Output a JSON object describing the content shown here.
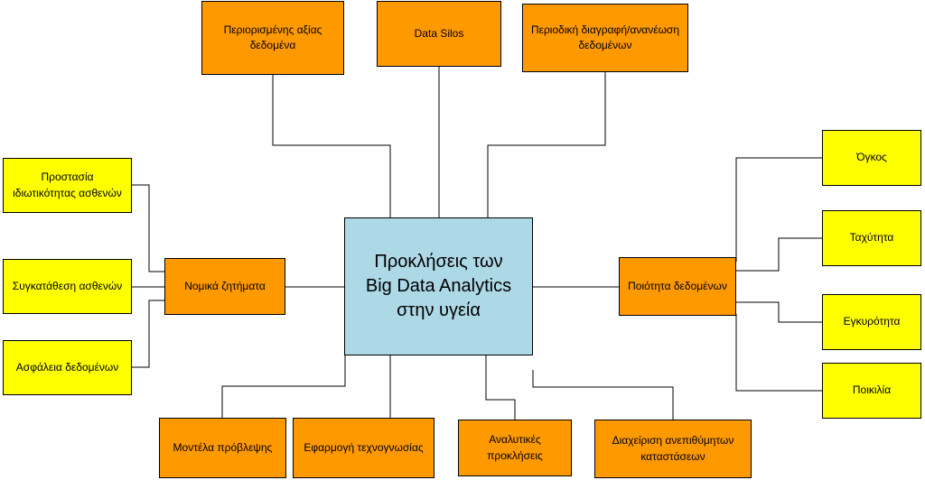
{
  "center": {
    "label": "Προκλήσεις των\nBig Data Analytics\nστην υγεία",
    "color": "#add8e6"
  },
  "top_nodes": [
    {
      "id": "limited-value",
      "label": "Περιορισμένης αξίας\nδεδομένα"
    },
    {
      "id": "data-silos",
      "label": "Data Silos"
    },
    {
      "id": "periodic-refresh",
      "label": "Περιοδική διαγραφή/ανανέωση\nδεδομένων"
    }
  ],
  "bottom_nodes": [
    {
      "id": "prediction-models",
      "label": "Μοντέλα πρόβλεψης"
    },
    {
      "id": "tech-application",
      "label": "Εφαρμογή τεχνογνωσίας"
    },
    {
      "id": "analytical-challenges",
      "label": "Αναλυτικές\nπροκλήσεις"
    },
    {
      "id": "adverse-events",
      "label": "Διαχείριση ανεπιθύμητων\nκαταστάσεων"
    }
  ],
  "legal": {
    "label": "Νομικά ζητήματα",
    "children": [
      {
        "id": "patient-privacy",
        "label": "Προστασία\nιδιωτικότητας ασθενών"
      },
      {
        "id": "patient-consent",
        "label": "Συγκατάθεση ασθενών"
      },
      {
        "id": "data-security",
        "label": "Ασφάλεια δεδομένων"
      }
    ]
  },
  "quality": {
    "label": "Ποιότητα δεδομένων",
    "children": [
      {
        "id": "volume",
        "label": "Όγκος"
      },
      {
        "id": "velocity",
        "label": "Ταχύτητα"
      },
      {
        "id": "validity",
        "label": "Εγκυρότητα"
      },
      {
        "id": "variety",
        "label": "Ποικιλία"
      }
    ]
  },
  "colors": {
    "primary": "#ff9900",
    "secondary": "#ffff00",
    "center": "#add8e6",
    "line": "#000000"
  }
}
